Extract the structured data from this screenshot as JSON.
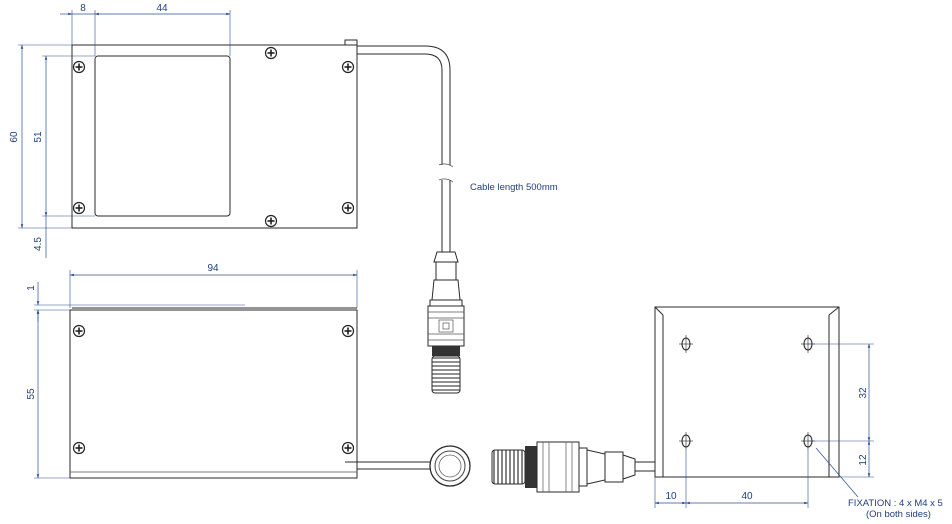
{
  "dimensions": {
    "top_width_small": "8",
    "top_width_window": "44",
    "height_total": "60",
    "height_window": "51",
    "offset_bottom": "4.5",
    "side_width": "94",
    "side_lip": "1",
    "side_height": "55",
    "bracket_height": "32",
    "bracket_low": "12",
    "bracket_left": "10",
    "bracket_span": "40"
  },
  "notes": {
    "cable": "Cable length 500mm",
    "fixation": "FIXATION : 4 x M4 x 5",
    "fixation_sub": "(On both sides)"
  },
  "colors": {
    "dimension": "#1f3f7a",
    "outline": "#2a2a2a"
  }
}
